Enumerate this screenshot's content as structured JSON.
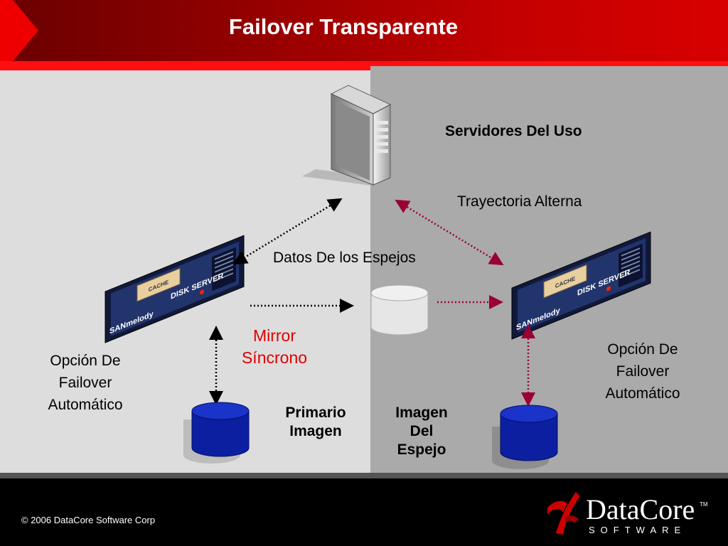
{
  "header": {
    "title": "Failover Transparente"
  },
  "diagram": {
    "servers_label": "Servidores Del Uso",
    "alt_path_label": "Trayectoria Alterna",
    "mirror_data_label": "Datos De los Espejos",
    "sync_mirror_label_1": "Mirror",
    "sync_mirror_label_2": "Síncrono",
    "failover_left": [
      "Opción De",
      "Failover",
      "Automático"
    ],
    "failover_right": [
      "Opción De",
      "Failover",
      "Automático"
    ],
    "primary_image": [
      "Primario",
      "Imagen"
    ],
    "mirror_image": [
      "Imagen",
      "Del",
      "Espejo"
    ],
    "disk_server_left": {
      "cache": "CACHE",
      "model": "DISK SERVER",
      "brand": "SANmelody"
    },
    "disk_server_right": {
      "cache": "CACHE",
      "model": "DISK SERVER",
      "brand": "SANmelody"
    }
  },
  "footer": {
    "copyright": "© 2006  DataCore Software Corp",
    "logo_name": "DataCore",
    "logo_tm": "TM",
    "logo_sub": "SOFTWARE"
  },
  "colors": {
    "header_dark": "#6a0000",
    "header_bright": "#d80000",
    "red_text": "#e00000",
    "disk_blue": "#0b1fa0",
    "server_navy": "#1c2c5c",
    "mirror_arrow": "#990033"
  }
}
